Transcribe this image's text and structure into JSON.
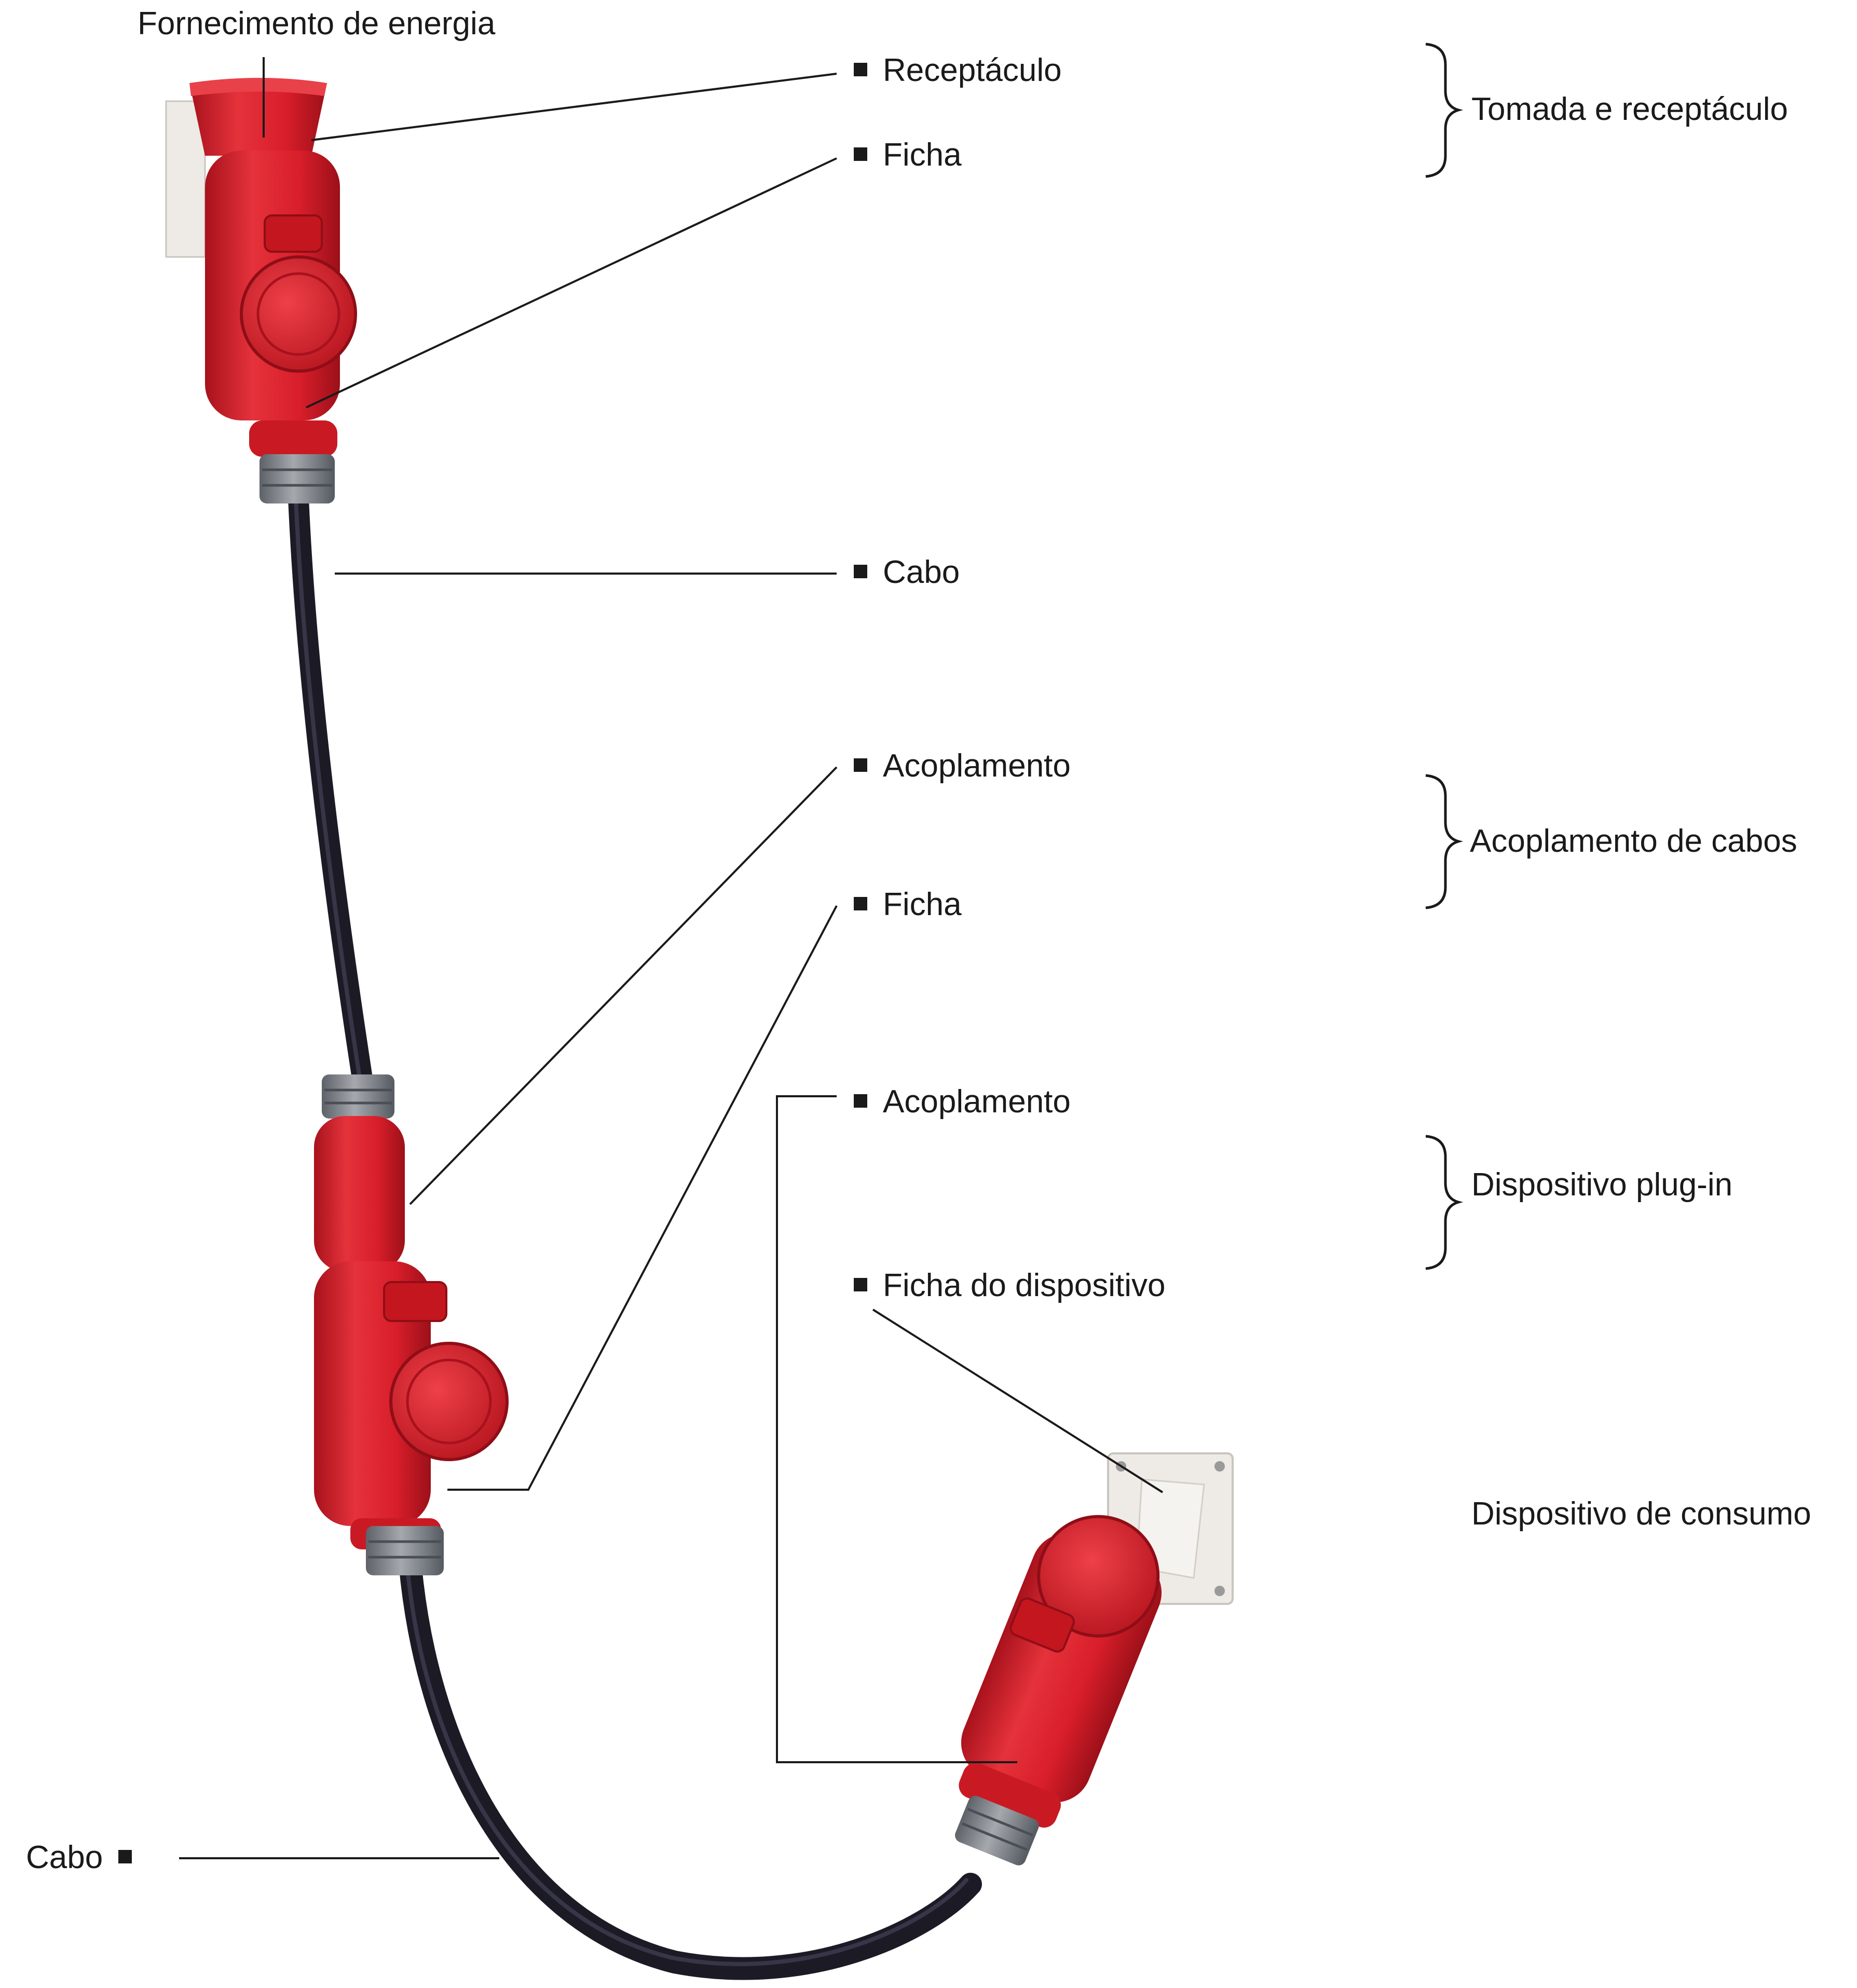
{
  "labels": {
    "fornecimento": "Fornecimento de energia",
    "receptaculo": "Receptáculo",
    "ficha_top": "Ficha",
    "cabo_top": "Cabo",
    "acoplamento_1": "Acoplamento",
    "ficha_mid": "Ficha",
    "acoplamento_2": "Acoplamento",
    "ficha_dispositivo": "Ficha do dispositivo",
    "cabo_bottom": "Cabo",
    "consumo": "Dispositivo de consumo"
  },
  "groups": {
    "tomada": "Tomada e receptáculo",
    "acoplamento_cabos": "Acoplamento de cabos",
    "plug_in": "Dispositivo plug-in"
  },
  "colors": {
    "connector_red": "#d81e2a",
    "connector_dark_red": "#a8121c",
    "cable": "#23222e",
    "gland_gray": "#7c8189",
    "wall_plate": "#eeebe6",
    "line": "#1a1a1a"
  },
  "icons": [
    "bullet-square-icon",
    "curly-brace-icon"
  ]
}
